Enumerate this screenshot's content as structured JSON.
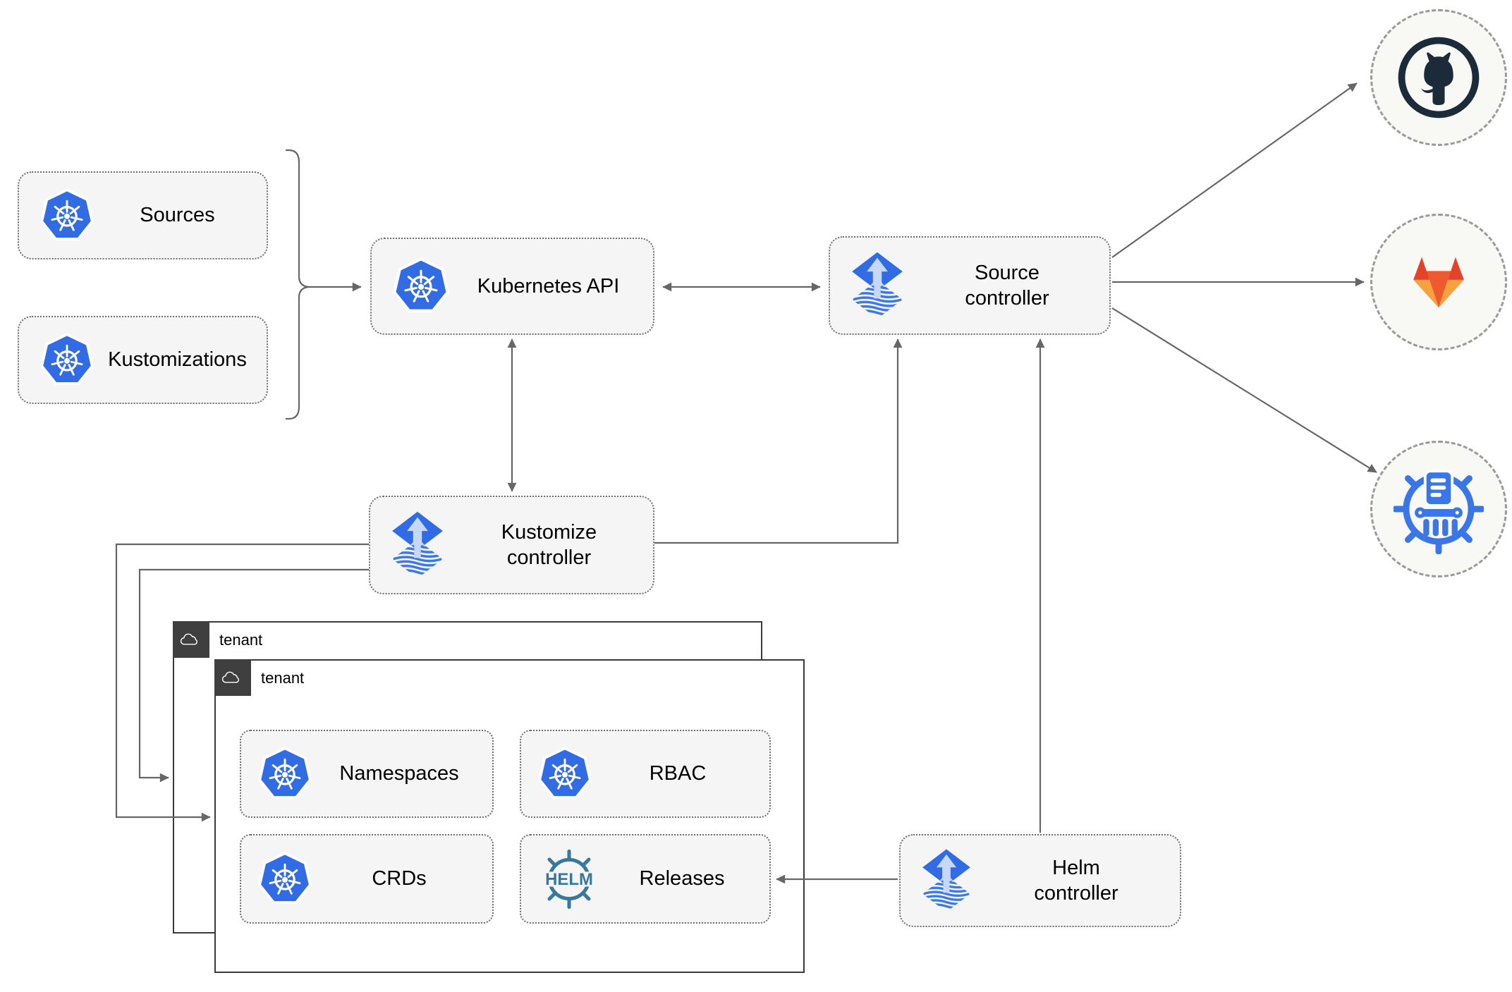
{
  "diagram": {
    "nodes": {
      "sources": {
        "label": "Sources",
        "icon": "kubernetes-icon"
      },
      "kustomizations": {
        "label": "Kustomizations",
        "icon": "kubernetes-icon"
      },
      "kubernetes_api": {
        "label": "Kubernetes API",
        "icon": "kubernetes-icon"
      },
      "source_controller": {
        "label": "Source controller",
        "icon": "flux-icon"
      },
      "kustomize_controller": {
        "label": "Kustomize controller",
        "icon": "flux-icon"
      },
      "helm_controller": {
        "label": "Helm controller",
        "icon": "flux-icon"
      },
      "tenant_back": {
        "label": "tenant",
        "icon": "cloud-icon"
      },
      "tenant_front": {
        "label": "tenant",
        "icon": "cloud-icon"
      },
      "namespaces": {
        "label": "Namespaces",
        "icon": "kubernetes-icon"
      },
      "rbac": {
        "label": "RBAC",
        "icon": "kubernetes-icon"
      },
      "crds": {
        "label": "CRDs",
        "icon": "kubernetes-icon"
      },
      "releases": {
        "label": "Releases",
        "icon": "helm-icon",
        "icon_text": "HELM"
      },
      "github": {
        "icon": "github-icon"
      },
      "gitlab": {
        "icon": "gitlab-icon"
      },
      "registry": {
        "icon": "chartmuseum-icon"
      }
    },
    "edges": [
      {
        "from": "sources_and_kustomizations",
        "to": "kubernetes_api",
        "style": "bracket-arrow"
      },
      {
        "from": "kubernetes_api",
        "to": "source_controller",
        "style": "double-arrow"
      },
      {
        "from": "kubernetes_api",
        "to": "kustomize_controller",
        "style": "double-arrow"
      },
      {
        "from": "kustomize_controller",
        "to": "source_controller",
        "style": "arrow"
      },
      {
        "from": "helm_controller",
        "to": "source_controller",
        "style": "arrow"
      },
      {
        "from": "helm_controller",
        "to": "releases",
        "style": "arrow"
      },
      {
        "from": "kustomize_controller",
        "to": "tenant_front",
        "style": "arrow"
      },
      {
        "from": "kustomize_controller",
        "to": "tenant_back",
        "style": "arrow"
      },
      {
        "from": "source_controller",
        "to": "github",
        "style": "arrow"
      },
      {
        "from": "source_controller",
        "to": "gitlab",
        "style": "arrow"
      },
      {
        "from": "source_controller",
        "to": "registry",
        "style": "arrow"
      }
    ],
    "colors": {
      "kubernetes_blue": "#326CE5",
      "flux_blue": "#316CE4",
      "flux_arrow_light": "#C6D8F5",
      "github_dark": "#1B2B3A",
      "gitlab_red": "#E24329",
      "gitlab_orange": "#EC5A2D",
      "gitlab_amber": "#F9A13C",
      "chartmuseum_blue": "#3B76E9",
      "helm_teal": "#36789E",
      "edge_gray": "#666666",
      "node_fill": "#F5F5F5",
      "tenant_border": "#3B3B3B"
    }
  }
}
